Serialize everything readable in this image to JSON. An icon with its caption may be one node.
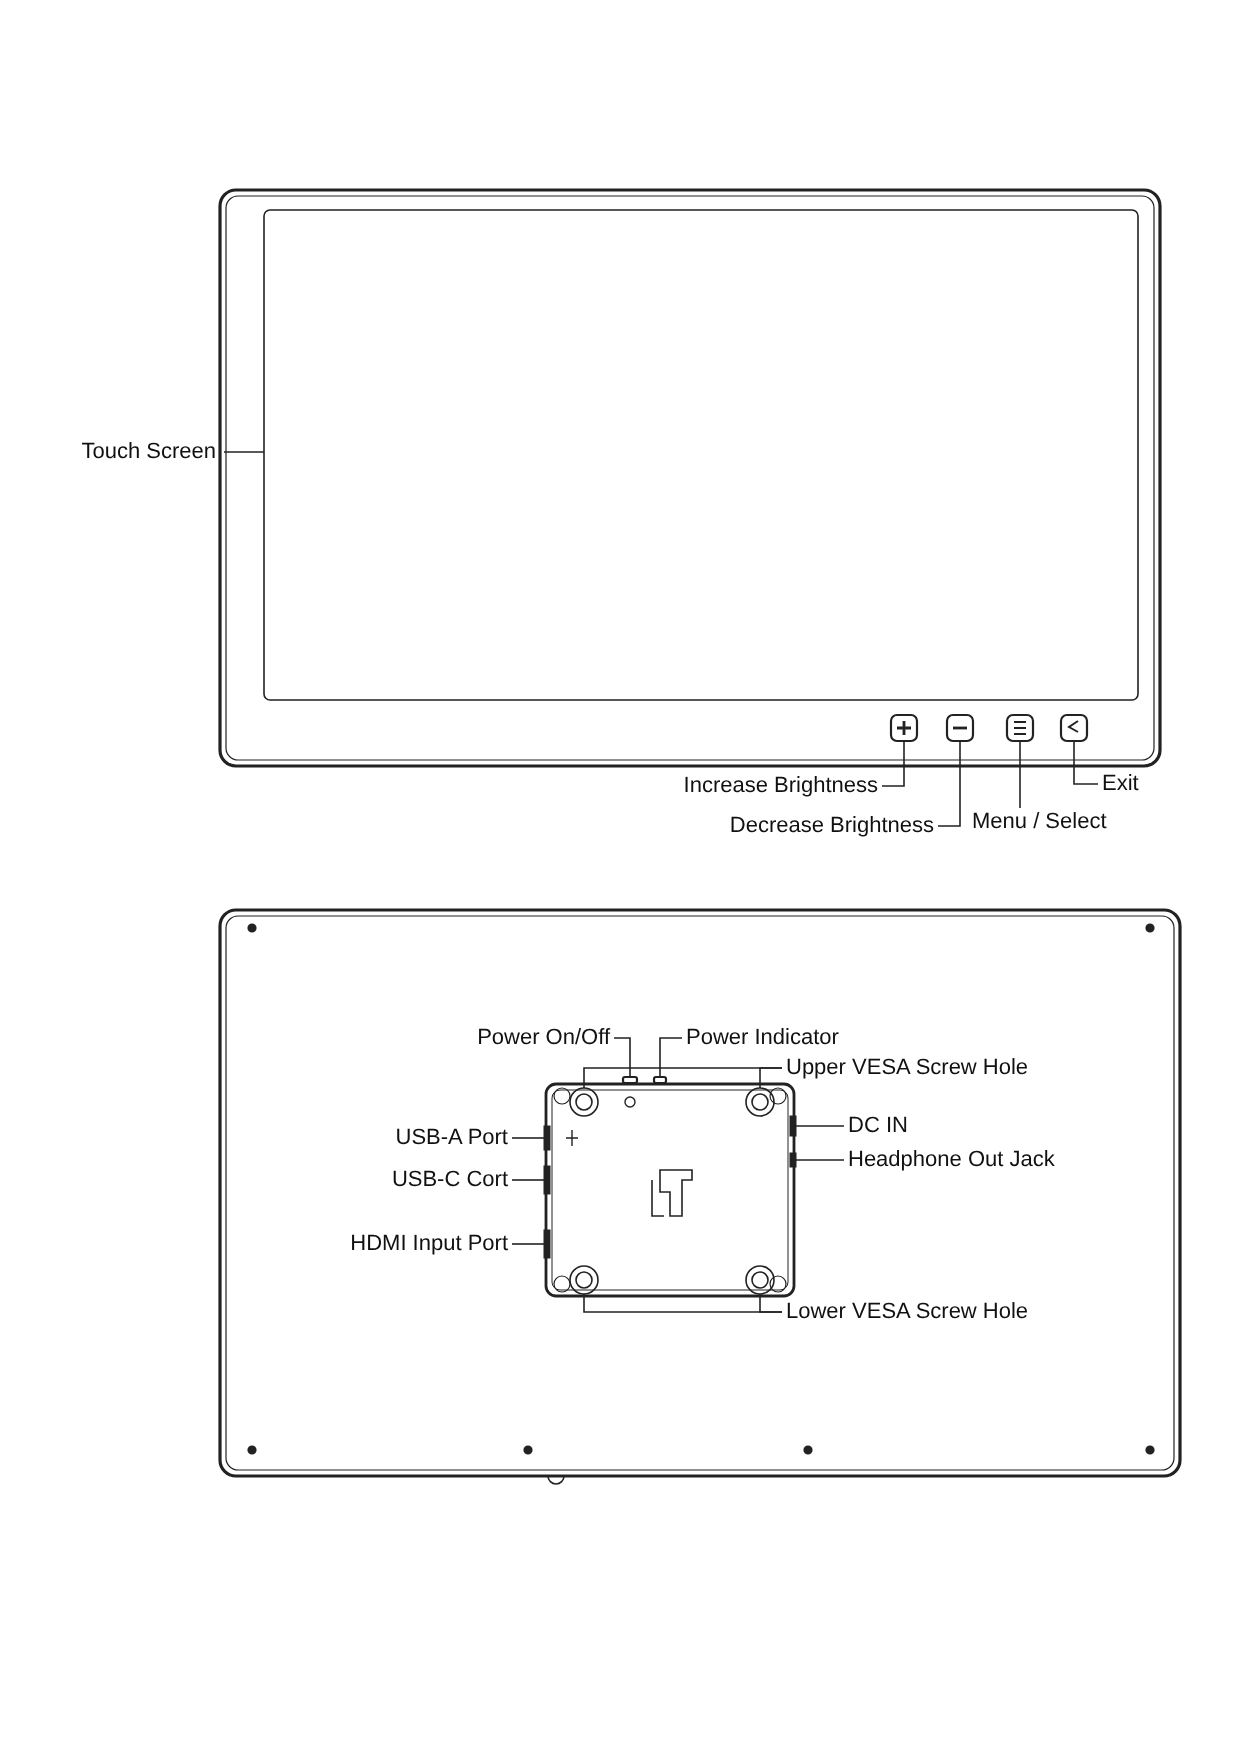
{
  "diagram": {
    "nodes": [
      {
        "text": [
          "Touch Screen"
        ]
      },
      {
        "text": [],
        "shape": "box"
      },
      {
        "text": [
          "Increase Brightness"
        ]
      },
      {
        "text": [],
        "shape": "box"
      },
      {
        "text": [
          "Decrease Brightness"
        ]
      },
      {
        "text": [],
        "shape": "box"
      },
      {
        "text": [
          "Menu / Select"
        ]
      },
      {
        "text": [],
        "shape": "box"
      },
      {
        "text": [
          "Exit"
        ]
      },
      {
        "text": [],
        "shape": "box"
      },
      {
        "text": [
          "Power On/Off"
        ]
      },
      {
        "text": [],
        "shape": "box"
      },
      {
        "text": [
          "Power Indicator"
        ]
      },
      {
        "text": [],
        "shape": "box"
      },
      {
        "text": [
          "Upper VESA Screw Hole"
        ]
      },
      {
        "text": [],
        "shape": "circle"
      },
      {
        "text": [],
        "shape": "circle"
      },
      {
        "text": [
          "USB-A Port"
        ]
      },
      {
        "text": [],
        "shape": "bar"
      },
      {
        "text": [
          "USB-C Cort"
        ]
      },
      {
        "text": [],
        "shape": "bar"
      },
      {
        "text": [
          "HDMI Input Port"
        ]
      },
      {
        "text": [],
        "shape": "bar"
      },
      {
        "text": [
          "DC IN"
        ]
      },
      {
        "text": [],
        "shape": "bar"
      },
      {
        "text": [
          "Headphone Out Jack"
        ]
      },
      {
        "text": [],
        "shape": "bar"
      },
      {
        "text": [
          "Lower VESA Screw Hole"
        ]
      },
      {
        "text": [],
        "shape": "circle"
      },
      {
        "text": [],
        "shape": "circle"
      }
    ],
    "edges": [
      {
        "from": 0,
        "to": 1,
        "arrow": "none"
      },
      {
        "from": 2,
        "to": 3,
        "arrow": "none"
      },
      {
        "from": 4,
        "to": 5,
        "arrow": "none"
      },
      {
        "from": 6,
        "to": 7,
        "arrow": "none"
      },
      {
        "from": 8,
        "to": 9,
        "arrow": "none"
      },
      {
        "from": 10,
        "to": 11,
        "arrow": "none"
      },
      {
        "from": 12,
        "to": 13,
        "arrow": "none"
      },
      {
        "from": 14,
        "to": 15,
        "arrow": "none"
      },
      {
        "from": 14,
        "to": 16,
        "arrow": "none"
      },
      {
        "from": 17,
        "to": 18,
        "arrow": "none"
      },
      {
        "from": 19,
        "to": 20,
        "arrow": "none"
      },
      {
        "from": 21,
        "to": 22,
        "arrow": "none"
      },
      {
        "from": 23,
        "to": 24,
        "arrow": "none"
      },
      {
        "from": 25,
        "to": 26,
        "arrow": "none"
      },
      {
        "from": 27,
        "to": 28,
        "arrow": "none"
      },
      {
        "from": 27,
        "to": 29,
        "arrow": "none"
      }
    ]
  }
}
